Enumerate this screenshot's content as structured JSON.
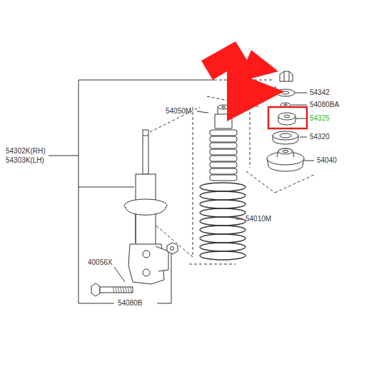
{
  "diagram": {
    "labels": [
      "54342",
      "54080BA",
      "54325",
      "54320",
      "54040",
      "54050M",
      "54010M",
      "54302K(RH)",
      "54303K(LH)",
      "40056X",
      "54080B"
    ]
  }
}
